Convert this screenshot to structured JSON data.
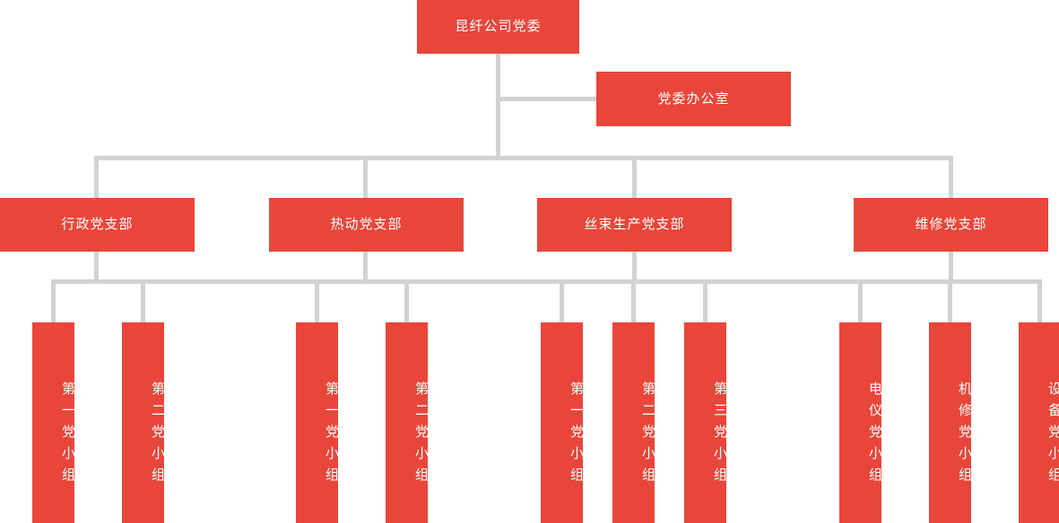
{
  "chart_meta": {
    "type": "org-chart",
    "orientation": "top-down",
    "title": "",
    "node_color": "#e8463a",
    "connector_color": "#d2d2d2",
    "text_color": "#ffffff",
    "background": "#ffffff"
  },
  "nodes": {
    "root": {
      "label": "昆纤公司党委"
    },
    "office": {
      "label": "党委办公室"
    },
    "branches": [
      {
        "label": "行政党支部"
      },
      {
        "label": "热动党支部"
      },
      {
        "label": "丝束生产党支部"
      },
      {
        "label": "维修党支部"
      }
    ],
    "groups": [
      {
        "label": "第一党小组",
        "parent": "行政党支部"
      },
      {
        "label": "第二党小组",
        "parent": "行政党支部"
      },
      {
        "label": "第一党小组",
        "parent": "热动党支部"
      },
      {
        "label": "第二党小组",
        "parent": "热动党支部"
      },
      {
        "label": "第一党小组",
        "parent": "丝束生产党支部"
      },
      {
        "label": "第二党小组",
        "parent": "丝束生产党支部"
      },
      {
        "label": "第三党小组",
        "parent": "丝束生产党支部"
      },
      {
        "label": "电仪党小组",
        "parent": "维修党支部"
      },
      {
        "label": "机修党小组",
        "parent": "维修党支部"
      },
      {
        "label": "设备党小组",
        "parent": "维修党支部"
      }
    ]
  }
}
